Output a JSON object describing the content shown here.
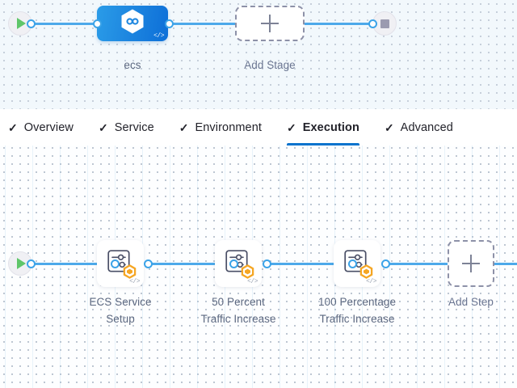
{
  "stage_canvas": {
    "name": "stage-pipeline-canvas",
    "background_color": "#f2f8fc",
    "start_node": {
      "icon": "play-icon",
      "label": ""
    },
    "end_node": {
      "icon": "stop-square-icon",
      "label": ""
    },
    "stage": {
      "label": "ecs",
      "icon": "harness-hexagon-icon",
      "code_badge": "</>",
      "accent_color": "#1e87e0"
    },
    "add_stage": {
      "label": "Add Stage",
      "icon": "plus-icon"
    }
  },
  "tab_bar": {
    "name": "stage-config-tabs",
    "active_index": 3,
    "active_underline_color": "#0a73cd",
    "tabs": [
      {
        "label": "Overview",
        "tick": "✓",
        "active": false
      },
      {
        "label": "Service",
        "tick": "✓",
        "active": false
      },
      {
        "label": "Environment",
        "tick": "✓",
        "active": false
      },
      {
        "label": "Execution",
        "tick": "✓",
        "active": true
      },
      {
        "label": "Advanced",
        "tick": "✓",
        "active": false
      }
    ]
  },
  "step_canvas": {
    "name": "execution-steps-canvas",
    "background_color": "#fdfeff",
    "start_node": {
      "icon": "play-icon"
    },
    "steps": [
      {
        "label_line1": "ECS Service",
        "label_line2": "Setup",
        "icon": "step-config-sliders-icon",
        "badge_icon": "orange-hexagon-badge",
        "badge_color": "#f5a623",
        "code_badge": "</>"
      },
      {
        "label_line1": "50 Percent",
        "label_line2": "Traffic Increase",
        "icon": "step-config-sliders-icon",
        "badge_icon": "orange-hexagon-badge",
        "badge_color": "#f5a623",
        "code_badge": "</>"
      },
      {
        "label_line1": "100 Percentage",
        "label_line2": "Traffic Increase",
        "icon": "step-config-sliders-icon",
        "badge_icon": "orange-hexagon-badge",
        "badge_color": "#f5a623",
        "code_badge": "</>"
      }
    ],
    "add_step": {
      "label": "Add Step",
      "icon": "plus-icon"
    },
    "connector_color": "#4da9ea"
  }
}
